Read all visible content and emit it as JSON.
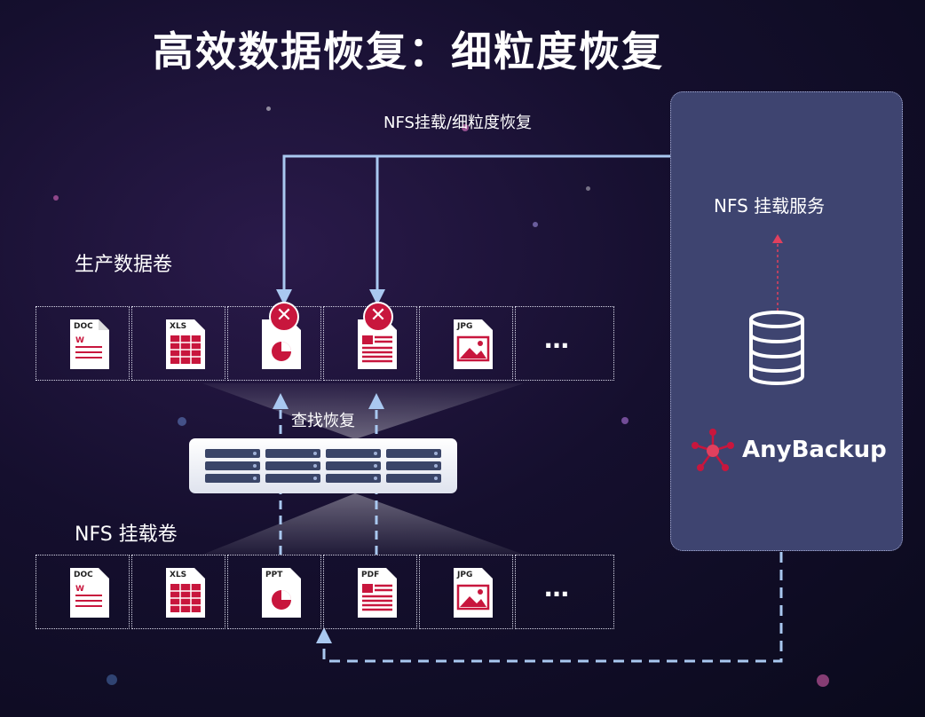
{
  "title": "高效数据恢复：细粒度恢复",
  "top_flow_label": "NFS挂载/细粒度恢复",
  "production_label": "生产数据卷",
  "nfs_volume_label": "NFS 挂载卷",
  "search_label": "查找恢复",
  "panel": {
    "service_label": "NFS 挂载服务",
    "brand": "AnyBackup"
  },
  "production_files": [
    {
      "tag": "DOC",
      "icon": "doc-file-icon",
      "status": "ok"
    },
    {
      "tag": "XLS",
      "icon": "xls-file-icon",
      "status": "ok"
    },
    {
      "tag": "",
      "icon": "ppt-file-icon",
      "status": "error"
    },
    {
      "tag": "",
      "icon": "pdf-file-icon",
      "status": "error"
    },
    {
      "tag": "JPG",
      "icon": "jpg-file-icon",
      "status": "ok"
    },
    {
      "tag": "…",
      "icon": "more-icon",
      "status": "ok"
    }
  ],
  "nfs_files": [
    {
      "tag": "DOC",
      "icon": "doc-file-icon"
    },
    {
      "tag": "XLS",
      "icon": "xls-file-icon"
    },
    {
      "tag": "PPT",
      "icon": "ppt-file-icon"
    },
    {
      "tag": "PDF",
      "icon": "pdf-file-icon"
    },
    {
      "tag": "JPG",
      "icon": "jpg-file-icon"
    },
    {
      "tag": "…",
      "icon": "more-icon"
    }
  ],
  "colors": {
    "accent_red": "#c8163d",
    "flow_line": "#a9c8f0",
    "panel_bg": "#3e4470"
  }
}
